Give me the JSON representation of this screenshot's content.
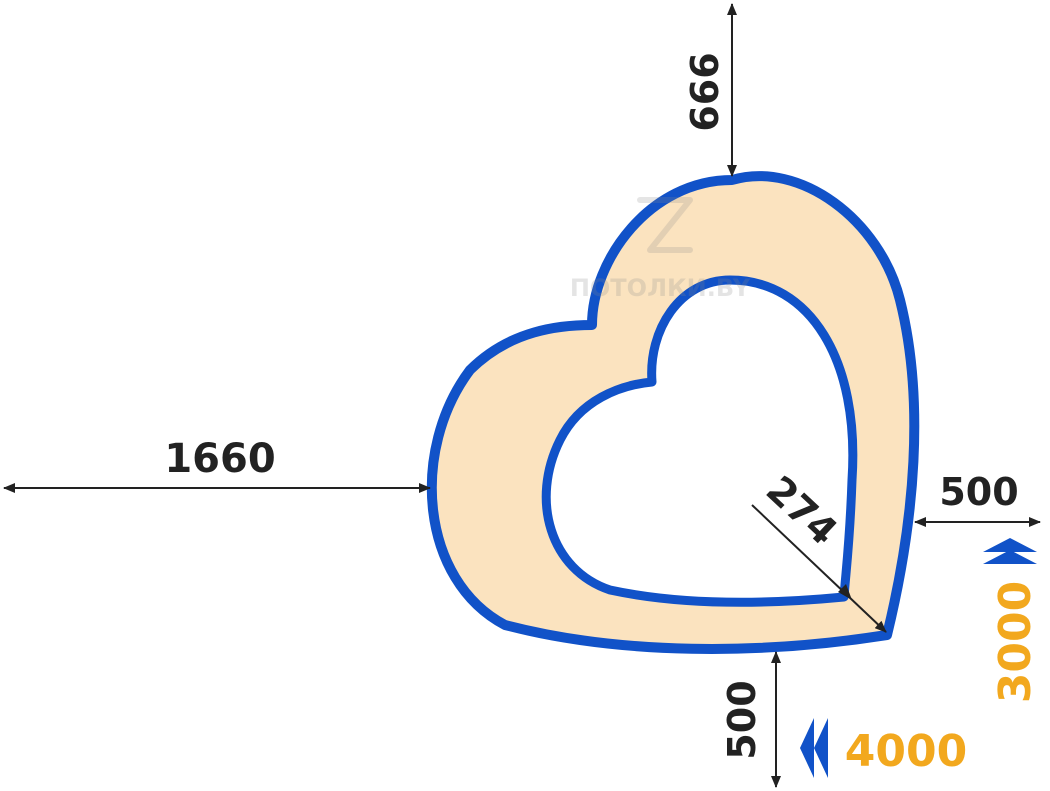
{
  "diagram": {
    "dimensions": {
      "top_offset": "666",
      "left_offset": "1660",
      "right_offset": "500",
      "bottom_offset": "500",
      "inner_radius": "274"
    },
    "room": {
      "width": "4000",
      "length": "3000"
    },
    "watermark": "ПОТОЛКИ.BY",
    "colors": {
      "outline": "#1152C8",
      "fill": "#FBE3BF",
      "room_label": "#F2A81E",
      "dimension": "#222222",
      "arrow_marker": "#1152C8"
    }
  }
}
